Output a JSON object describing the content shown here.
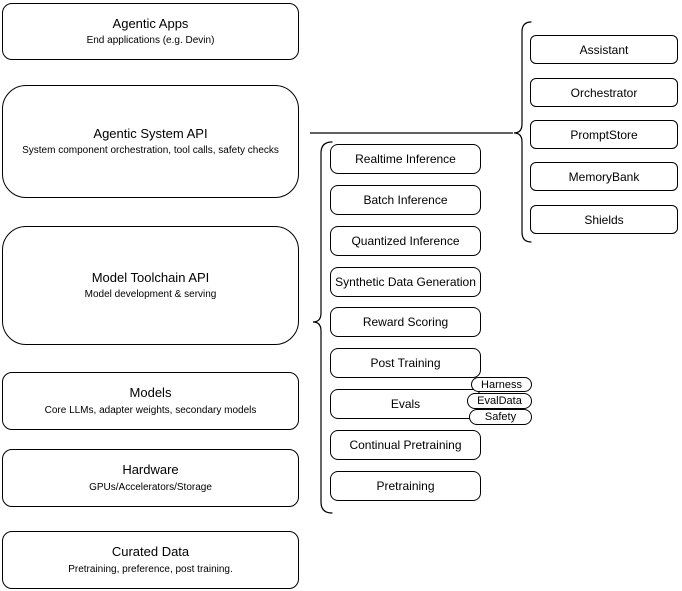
{
  "diagram": {
    "background_color": "#ffffff",
    "stroke_color": "#000000",
    "fill_color": "#ffffff",
    "left_stack": [
      {
        "title": "Agentic Apps",
        "subtitle": "End applications (e.g. Devin)"
      },
      {
        "title": "Agentic System API",
        "subtitle": "System component orchestration, tool calls, safety checks"
      },
      {
        "title": "Model Toolchain API",
        "subtitle": "Model development & serving"
      },
      {
        "title": "Models",
        "subtitle": "Core LLMs, adapter weights, secondary models"
      },
      {
        "title": "Hardware",
        "subtitle": "GPUs/Accelerators/Storage"
      },
      {
        "title": "Curated Data",
        "subtitle": "Pretraining, preference, post training."
      }
    ],
    "toolchain_items": [
      "Realtime Inference",
      "Batch Inference",
      "Quantized Inference",
      "Synthetic Data Generation",
      "Reward Scoring",
      "Post Training",
      "Evals",
      "Continual Pretraining",
      "Pretraining"
    ],
    "system_components": [
      "Assistant",
      "Orchestrator",
      "PromptStore",
      "MemoryBank",
      "Shields"
    ],
    "eval_tags": [
      "Harness",
      "EvalData",
      "Safety"
    ]
  }
}
